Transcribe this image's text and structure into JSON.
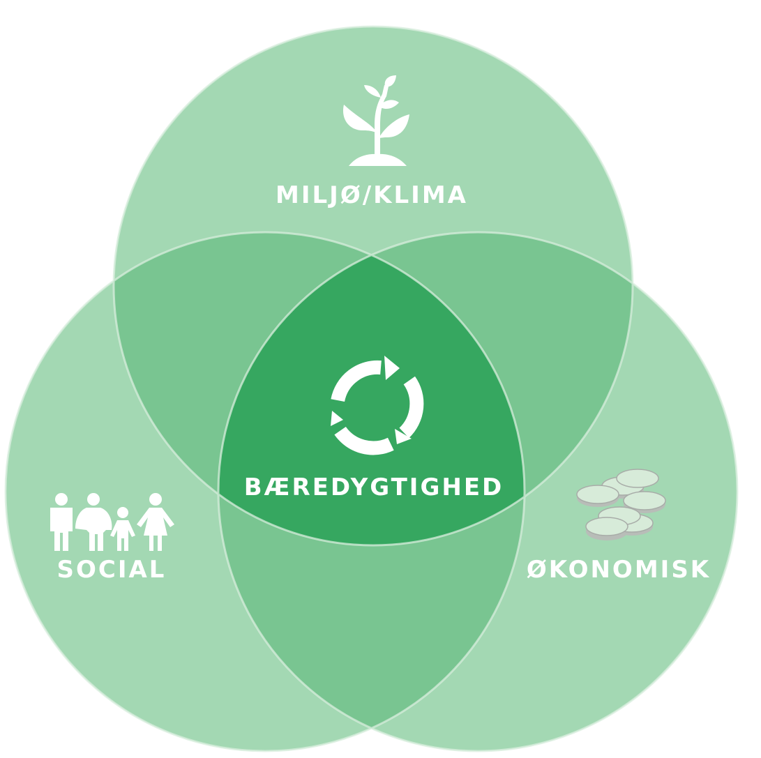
{
  "diagram": {
    "type": "venn",
    "sets": [
      {
        "key": "top",
        "label": "MILJØ/KLIMA",
        "icon": "plant-icon"
      },
      {
        "key": "left",
        "label": "SOCIAL",
        "icon": "family-icon"
      },
      {
        "key": "right",
        "label": "ØKONOMISK",
        "icon": "coins-icon"
      }
    ],
    "center": {
      "label": "BÆREDYGTIGHED",
      "icon": "recycle-icon"
    }
  },
  "colors": {
    "circle_fill": "#a3d8b3",
    "pair_overlap": "#79c591",
    "center_overlap": "#36a760",
    "circle_border": "#d8eedd",
    "text": "#ffffff",
    "coin_face": "#d7ebd9",
    "coin_edge": "#a8aca8"
  }
}
